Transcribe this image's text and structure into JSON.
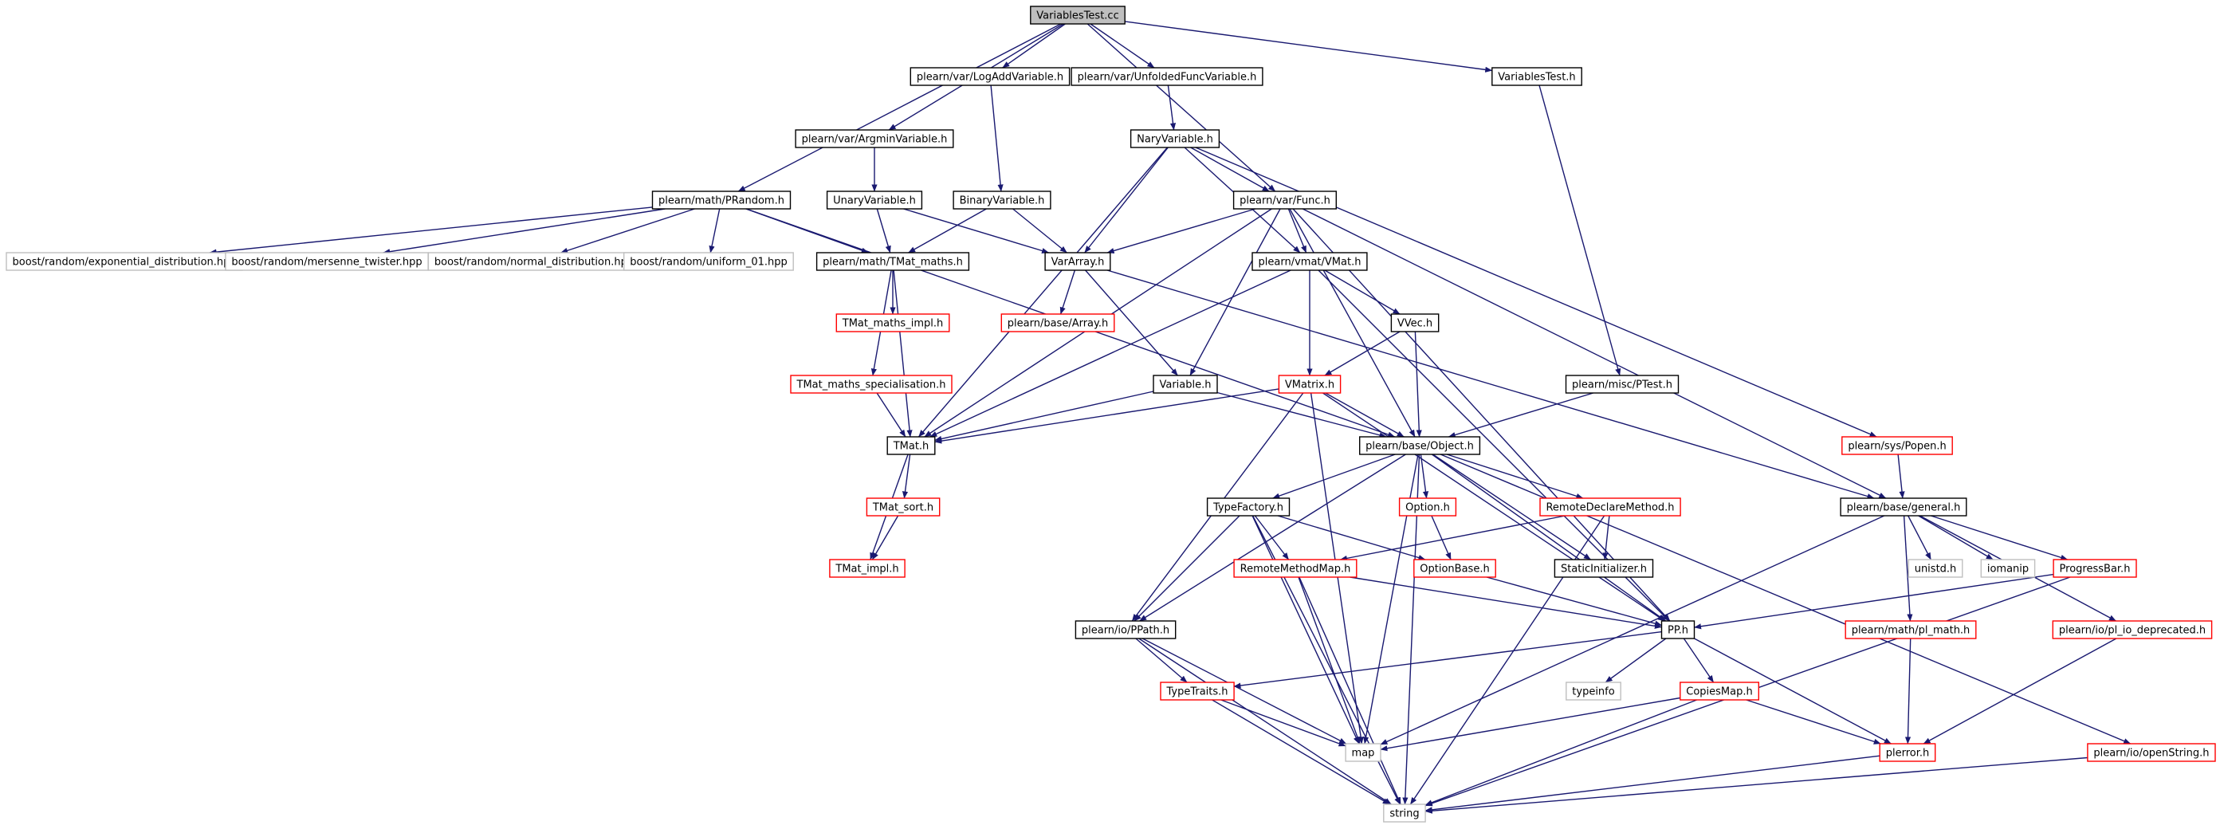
{
  "colors": {
    "edge": "#191970",
    "root_fill": "#bfbfbf",
    "normal_border": "#000000",
    "truncated_border": "#ff0000",
    "external_border": "#bfbfbf",
    "text": "#000000"
  },
  "nodes": [
    {
      "id": "root",
      "label": "VariablesTest.cc",
      "kind": "root"
    },
    {
      "id": "logadd",
      "label": "plearn/var/LogAddVariable.h",
      "kind": "normal"
    },
    {
      "id": "unfolded",
      "label": "plearn/var/UnfoldedFuncVariable.h",
      "kind": "normal"
    },
    {
      "id": "vtesth",
      "label": "VariablesTest.h",
      "kind": "normal"
    },
    {
      "id": "argmin",
      "label": "plearn/var/ArgminVariable.h",
      "kind": "normal"
    },
    {
      "id": "nary",
      "label": "NaryVariable.h",
      "kind": "normal"
    },
    {
      "id": "prandom",
      "label": "plearn/math/PRandom.h",
      "kind": "normal"
    },
    {
      "id": "unary",
      "label": "UnaryVariable.h",
      "kind": "normal"
    },
    {
      "id": "binary",
      "label": "BinaryVariable.h",
      "kind": "normal"
    },
    {
      "id": "func",
      "label": "plearn/var/Func.h",
      "kind": "normal"
    },
    {
      "id": "expdist",
      "label": "boost/random/exponential_distribution.hpp",
      "kind": "external"
    },
    {
      "id": "mersenne",
      "label": "boost/random/mersenne_twister.hpp",
      "kind": "external"
    },
    {
      "id": "normdist",
      "label": "boost/random/normal_distribution.hpp",
      "kind": "external"
    },
    {
      "id": "uniform",
      "label": "boost/random/uniform_01.hpp",
      "kind": "external"
    },
    {
      "id": "tmatmaths",
      "label": "plearn/math/TMat_maths.h",
      "kind": "normal"
    },
    {
      "id": "vararray",
      "label": "VarArray.h",
      "kind": "normal"
    },
    {
      "id": "vmat",
      "label": "plearn/vmat/VMat.h",
      "kind": "normal"
    },
    {
      "id": "tmatimplmaths",
      "label": "TMat_maths_impl.h",
      "kind": "truncated"
    },
    {
      "id": "basearray",
      "label": "plearn/base/Array.h",
      "kind": "truncated"
    },
    {
      "id": "vvec",
      "label": "VVec.h",
      "kind": "normal"
    },
    {
      "id": "tmatspec",
      "label": "TMat_maths_specialisation.h",
      "kind": "truncated"
    },
    {
      "id": "variable",
      "label": "Variable.h",
      "kind": "normal"
    },
    {
      "id": "vmatrix",
      "label": "VMatrix.h",
      "kind": "truncated"
    },
    {
      "id": "ptest",
      "label": "plearn/misc/PTest.h",
      "kind": "normal"
    },
    {
      "id": "popen",
      "label": "plearn/sys/Popen.h",
      "kind": "truncated"
    },
    {
      "id": "tmat",
      "label": "TMat.h",
      "kind": "normal"
    },
    {
      "id": "object",
      "label": "plearn/base/Object.h",
      "kind": "normal"
    },
    {
      "id": "tmatsort",
      "label": "TMat_sort.h",
      "kind": "truncated"
    },
    {
      "id": "typefactory",
      "label": "TypeFactory.h",
      "kind": "normal"
    },
    {
      "id": "option",
      "label": "Option.h",
      "kind": "truncated"
    },
    {
      "id": "remotedeclare",
      "label": "RemoteDeclareMethod.h",
      "kind": "truncated"
    },
    {
      "id": "general",
      "label": "plearn/base/general.h",
      "kind": "normal"
    },
    {
      "id": "tmatimpl",
      "label": "TMat_impl.h",
      "kind": "truncated"
    },
    {
      "id": "remotemap",
      "label": "RemoteMethodMap.h",
      "kind": "truncated"
    },
    {
      "id": "optionbase",
      "label": "OptionBase.h",
      "kind": "truncated"
    },
    {
      "id": "staticinit",
      "label": "StaticInitializer.h",
      "kind": "normal"
    },
    {
      "id": "unistd",
      "label": "unistd.h",
      "kind": "external"
    },
    {
      "id": "iomanip",
      "label": "iomanip",
      "kind": "external"
    },
    {
      "id": "progressbar",
      "label": "ProgressBar.h",
      "kind": "truncated"
    },
    {
      "id": "ppath",
      "label": "plearn/io/PPath.h",
      "kind": "normal"
    },
    {
      "id": "pph",
      "label": "PP.h",
      "kind": "normal"
    },
    {
      "id": "plmath",
      "label": "plearn/math/pl_math.h",
      "kind": "truncated"
    },
    {
      "id": "pliodep",
      "label": "plearn/io/pl_io_deprecated.h",
      "kind": "truncated"
    },
    {
      "id": "typeinfo",
      "label": "typeinfo",
      "kind": "external"
    },
    {
      "id": "typetraits",
      "label": "TypeTraits.h",
      "kind": "truncated"
    },
    {
      "id": "copiesmap",
      "label": "CopiesMap.h",
      "kind": "truncated"
    },
    {
      "id": "map",
      "label": "map",
      "kind": "external"
    },
    {
      "id": "plerror",
      "label": "plerror.h",
      "kind": "truncated"
    },
    {
      "id": "openstring",
      "label": "plearn/io/openString.h",
      "kind": "truncated"
    },
    {
      "id": "string",
      "label": "string",
      "kind": "external"
    }
  ],
  "edges": [
    [
      "root",
      "logadd"
    ],
    [
      "root",
      "unfolded"
    ],
    [
      "root",
      "vtesth"
    ],
    [
      "root",
      "argmin"
    ],
    [
      "root",
      "prandom"
    ],
    [
      "root",
      "func"
    ],
    [
      "logadd",
      "binary"
    ],
    [
      "unfolded",
      "nary"
    ],
    [
      "vtesth",
      "ptest"
    ],
    [
      "argmin",
      "unary"
    ],
    [
      "nary",
      "func"
    ],
    [
      "nary",
      "vararray"
    ],
    [
      "nary",
      "vmat"
    ],
    [
      "nary",
      "tmat"
    ],
    [
      "nary",
      "popen"
    ],
    [
      "prandom",
      "expdist"
    ],
    [
      "prandom",
      "mersenne"
    ],
    [
      "prandom",
      "normdist"
    ],
    [
      "prandom",
      "uniform"
    ],
    [
      "prandom",
      "tmatmaths"
    ],
    [
      "prandom",
      "object"
    ],
    [
      "unary",
      "tmatmaths"
    ],
    [
      "unary",
      "vararray"
    ],
    [
      "binary",
      "tmatmaths"
    ],
    [
      "binary",
      "vararray"
    ],
    [
      "func",
      "vararray"
    ],
    [
      "func",
      "vmat"
    ],
    [
      "func",
      "variable"
    ],
    [
      "func",
      "tmat"
    ],
    [
      "func",
      "object"
    ],
    [
      "func",
      "pph"
    ],
    [
      "func",
      "general"
    ],
    [
      "tmatmaths",
      "tmatimplmaths"
    ],
    [
      "tmatmaths",
      "tmatspec"
    ],
    [
      "tmatmaths",
      "tmat"
    ],
    [
      "vararray",
      "basearray"
    ],
    [
      "vararray",
      "variable"
    ],
    [
      "vararray",
      "general"
    ],
    [
      "vmat",
      "vvec"
    ],
    [
      "vmat",
      "vmatrix"
    ],
    [
      "vmat",
      "tmat"
    ],
    [
      "vmat",
      "pph"
    ],
    [
      "vvec",
      "vmatrix"
    ],
    [
      "vvec",
      "object"
    ],
    [
      "tmatspec",
      "tmat"
    ],
    [
      "variable",
      "tmat"
    ],
    [
      "variable",
      "object"
    ],
    [
      "vmatrix",
      "tmat"
    ],
    [
      "vmatrix",
      "object"
    ],
    [
      "vmatrix",
      "ppath"
    ],
    [
      "vmatrix",
      "pph"
    ],
    [
      "vmatrix",
      "map"
    ],
    [
      "ptest",
      "object"
    ],
    [
      "popen",
      "general"
    ],
    [
      "tmat",
      "tmatsort"
    ],
    [
      "tmat",
      "tmatimpl"
    ],
    [
      "tmatsort",
      "tmatimpl"
    ],
    [
      "object",
      "typefactory"
    ],
    [
      "object",
      "option"
    ],
    [
      "object",
      "remotedeclare"
    ],
    [
      "object",
      "staticinit"
    ],
    [
      "object",
      "pph"
    ],
    [
      "object",
      "ppath"
    ],
    [
      "object",
      "map"
    ],
    [
      "object",
      "string"
    ],
    [
      "object",
      "openstring"
    ],
    [
      "typefactory",
      "remotemap"
    ],
    [
      "typefactory",
      "optionbase"
    ],
    [
      "typefactory",
      "ppath"
    ],
    [
      "typefactory",
      "map"
    ],
    [
      "typefactory",
      "string"
    ],
    [
      "option",
      "optionbase"
    ],
    [
      "remotedeclare",
      "remotemap"
    ],
    [
      "remotedeclare",
      "staticinit"
    ],
    [
      "remotedeclare",
      "string"
    ],
    [
      "general",
      "unistd"
    ],
    [
      "general",
      "iomanip"
    ],
    [
      "general",
      "progressbar"
    ],
    [
      "general",
      "plmath"
    ],
    [
      "general",
      "pliodep"
    ],
    [
      "general",
      "map"
    ],
    [
      "remotemap",
      "pph"
    ],
    [
      "remotemap",
      "map"
    ],
    [
      "remotemap",
      "string"
    ],
    [
      "optionbase",
      "pph"
    ],
    [
      "progressbar",
      "pph"
    ],
    [
      "progressbar",
      "string"
    ],
    [
      "ppath",
      "typetraits"
    ],
    [
      "ppath",
      "map"
    ],
    [
      "ppath",
      "string"
    ],
    [
      "pph",
      "typeinfo"
    ],
    [
      "pph",
      "typetraits"
    ],
    [
      "pph",
      "copiesmap"
    ],
    [
      "pph",
      "plerror"
    ],
    [
      "plmath",
      "plerror"
    ],
    [
      "pliodep",
      "plerror"
    ],
    [
      "typetraits",
      "map"
    ],
    [
      "typetraits",
      "string"
    ],
    [
      "copiesmap",
      "map"
    ],
    [
      "copiesmap",
      "plerror"
    ],
    [
      "copiesmap",
      "string"
    ],
    [
      "plerror",
      "string"
    ],
    [
      "openstring",
      "string"
    ]
  ]
}
